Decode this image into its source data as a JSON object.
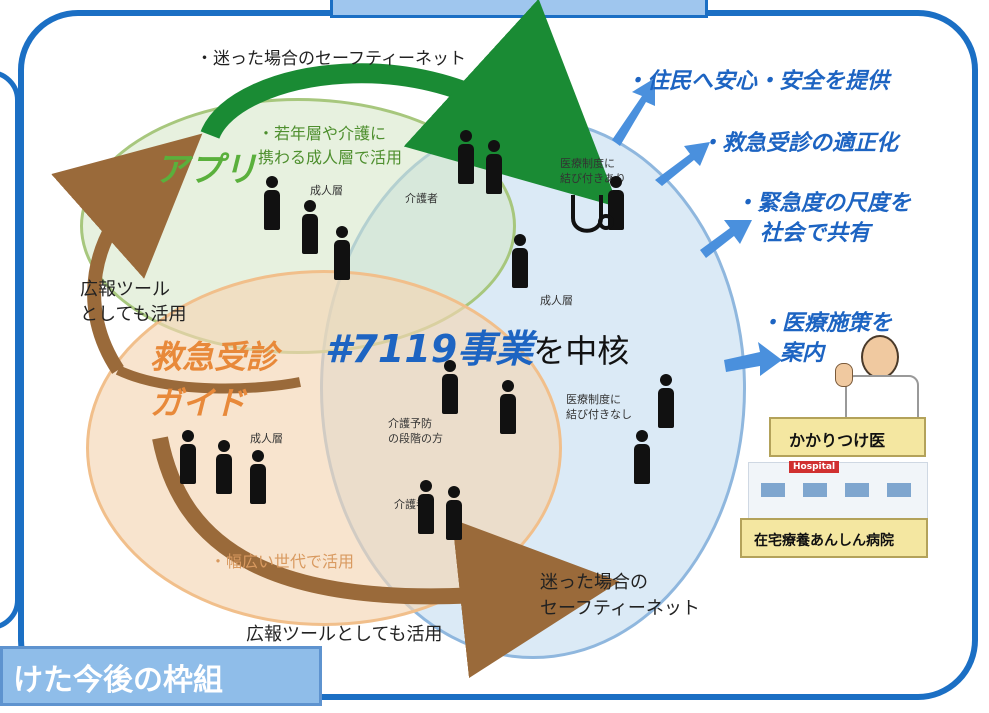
{
  "top_title_visible": "",
  "bottom_title": "けた今後の枠組",
  "left": {
    "safety_net_top": "・迷った場合のセーフティーネット",
    "pr_tool_left_1": "広報ツール",
    "pr_tool_left_2": "としても活用",
    "pr_tool_bottom": "広報ツールとしても活用",
    "safety_net_bottom_1": "迷った場合の",
    "safety_net_bottom_2": "セーフティーネット"
  },
  "app": {
    "label": "アプリ",
    "desc_1": "・若年層や介護に",
    "desc_2": "携わる成人層で活用"
  },
  "guide": {
    "label_1": "救急受診",
    "label_2": "ガイド",
    "desc": "・幅広い世代で活用"
  },
  "center": {
    "core_prefix": "#7119事業",
    "core_suffix": "を中核"
  },
  "people_labels": {
    "adult_1": "成人層",
    "caregiver_1": "介護者",
    "medical_yes_1": "医療制度に",
    "medical_yes_2": "結び付きあり",
    "adult_2": "成人層",
    "prevention_1": "介護予防",
    "prevention_2": "の段階の方",
    "medical_no_1": "医療制度に",
    "medical_no_2": "結び付きなし",
    "adult_3": "成人層",
    "caregiver_2": "介護者"
  },
  "outcomes": [
    "・住民へ安心・安全を提供",
    "・救急受診の適正化",
    "・緊急度の尺度を",
    "社会で共有",
    "・医療施策を",
    "案内"
  ],
  "hospital": {
    "family_doctor": "かかりつけ医",
    "hospital_sign": "Hospital",
    "hospital_name": "在宅療養あんしん病院"
  },
  "colors": {
    "frame_blue": "#1b6fc4",
    "outcome_blue": "#1d64c2",
    "app_green": "#5ab03c",
    "guide_orange": "#e8893a",
    "safety_green": "#1a8b34",
    "brown_arrow": "#9a6a3a",
    "blue_ellipse": "#d8eaf7"
  }
}
